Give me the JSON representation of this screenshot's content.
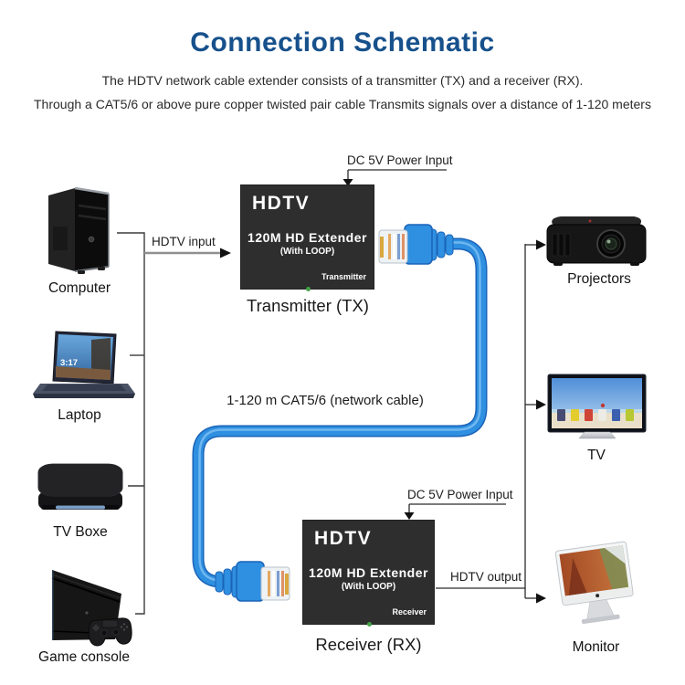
{
  "header": {
    "title": "Connection Schematic",
    "subtitle_line1": "The HDTV network cable extender consists of a transmitter (TX) and a receiver (RX).",
    "subtitle_line2": "Through a CAT5/6 or above pure copper twisted pair cable Transmits signals over a distance of 1-120 meters"
  },
  "devices": {
    "sources": [
      {
        "id": "computer",
        "label": "Computer"
      },
      {
        "id": "laptop",
        "label": "Laptop",
        "screen_time": "3:17"
      },
      {
        "id": "tv-box",
        "label": "TV Boxe"
      },
      {
        "id": "game-console",
        "label": "Game console"
      }
    ],
    "sinks": [
      {
        "id": "projectors",
        "label": "Projectors"
      },
      {
        "id": "tv",
        "label": "TV"
      },
      {
        "id": "monitor",
        "label": "Monitor"
      }
    ]
  },
  "extenders": {
    "transmitter": {
      "brand": "HDTV",
      "model": "120M HD Extender",
      "variant": "(With LOOP)",
      "role": "Transmitter",
      "caption": "Transmitter (TX)"
    },
    "receiver": {
      "brand": "HDTV",
      "model": "120M HD Extender",
      "variant": "(With LOOP)",
      "role": "Receiver",
      "caption": "Receiver (RX)"
    }
  },
  "annotations": {
    "tx_power": "DC 5V Power Input",
    "rx_power": "DC 5V Power Input",
    "hdtv_input": "HDTV input",
    "hdtv_output": "HDTV output",
    "cable": "1-120 m CAT5/6 (network cable)"
  },
  "colors": {
    "title_blue": "#17518c",
    "cable_blue": "#2f8fe0",
    "cable_blue_dark": "#1a63b8",
    "cable_highlight": "#7fc0f2",
    "extender_black": "#2e2e2e",
    "led_green": "#43a047"
  }
}
